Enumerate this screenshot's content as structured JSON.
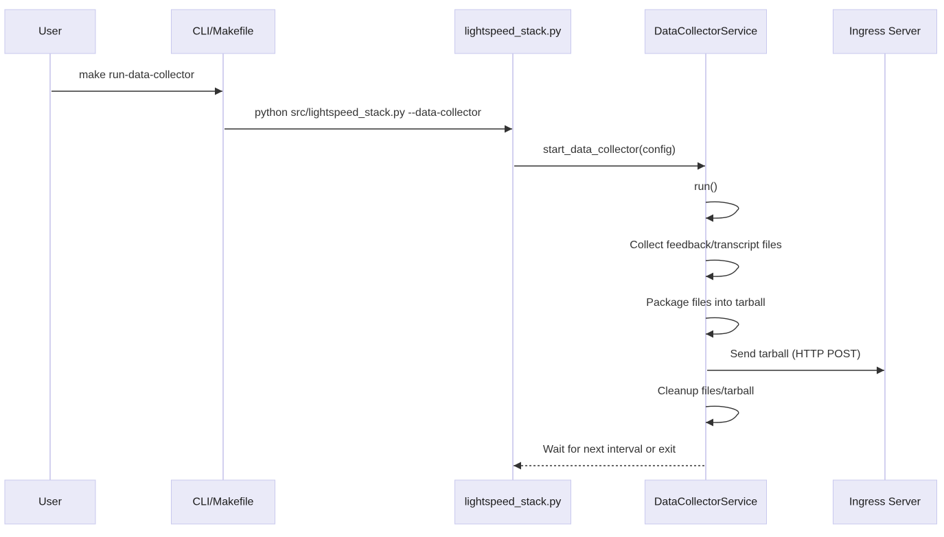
{
  "participants": [
    {
      "id": "user",
      "label": "User"
    },
    {
      "id": "cli",
      "label": "CLI/Makefile"
    },
    {
      "id": "ls",
      "label": "lightspeed_stack.py"
    },
    {
      "id": "dcs",
      "label": "DataCollectorService"
    },
    {
      "id": "ingress",
      "label": "Ingress Server"
    }
  ],
  "messages": [
    {
      "from": "user",
      "to": "cli",
      "text": "make run-data-collector",
      "style": "solid"
    },
    {
      "from": "cli",
      "to": "ls",
      "text": "python src/lightspeed_stack.py --data-collector",
      "style": "solid"
    },
    {
      "from": "ls",
      "to": "dcs",
      "text": "start_data_collector(config)",
      "style": "solid"
    },
    {
      "from": "dcs",
      "to": "dcs",
      "text": "run()",
      "style": "solid"
    },
    {
      "from": "dcs",
      "to": "dcs",
      "text": "Collect feedback/transcript files",
      "style": "solid"
    },
    {
      "from": "dcs",
      "to": "dcs",
      "text": "Package files into tarball",
      "style": "solid"
    },
    {
      "from": "dcs",
      "to": "ingress",
      "text": "Send tarball (HTTP POST)",
      "style": "solid"
    },
    {
      "from": "dcs",
      "to": "dcs",
      "text": "Cleanup files/tarball",
      "style": "solid"
    },
    {
      "from": "dcs",
      "to": "ls",
      "text": "Wait for next interval or exit",
      "style": "dashed"
    }
  ],
  "colors": {
    "actor_fill": "#eaeaf8",
    "actor_stroke": "#c8c8ee",
    "lifeline": "#d2d0ef",
    "line": "#333333"
  }
}
